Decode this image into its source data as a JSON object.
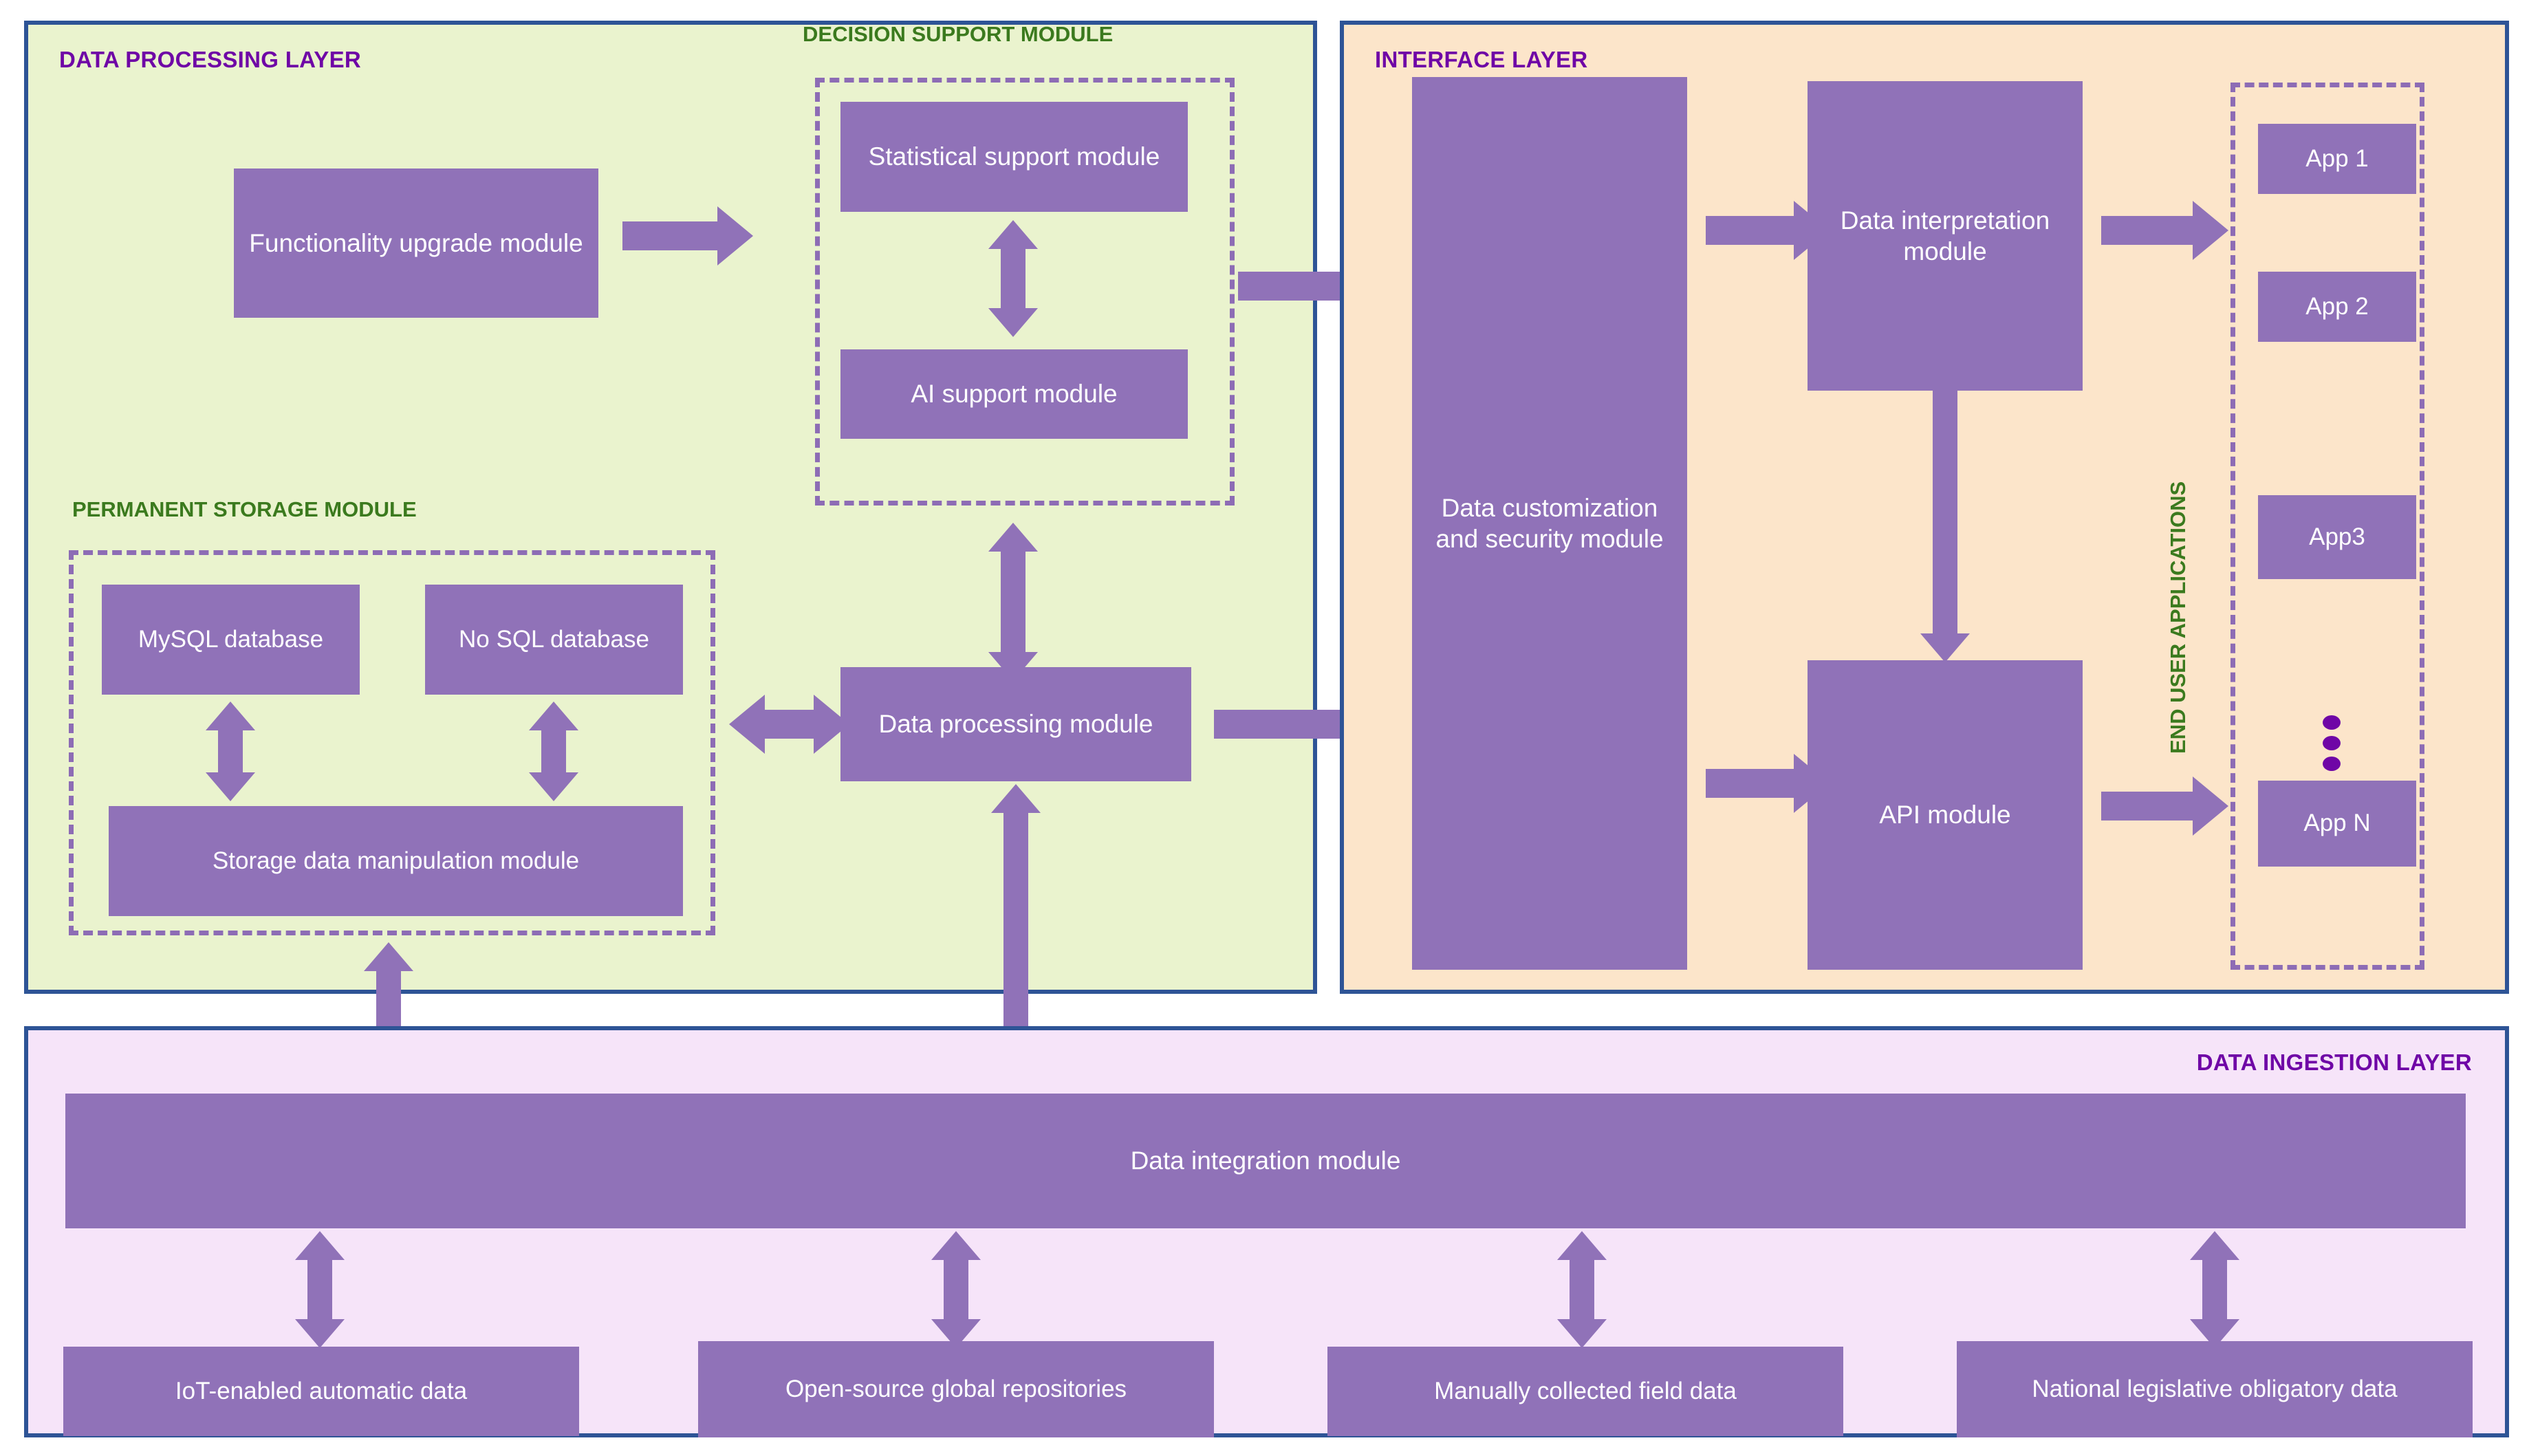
{
  "layers": {
    "processing": {
      "title": "DATA PROCESSING LAYER"
    },
    "interface": {
      "title": "INTERFACE LAYER"
    },
    "ingestion": {
      "title": "DATA INGESTION LAYER"
    }
  },
  "groups": {
    "decision_support": {
      "title": "DECISION SUPPORT MODULE"
    },
    "permanent_storage": {
      "title": "PERMANENT STORAGE MODULE"
    },
    "end_user_apps": {
      "title": "END USER APPLICATIONS"
    }
  },
  "modules": {
    "functionality_upgrade": "Functionality upgrade module",
    "statistical_support": "Statistical support module",
    "ai_support": "AI support module",
    "mysql_database": "MySQL database",
    "nosql_database": "No SQL database",
    "storage_data_manipulation": "Storage data manipulation module",
    "data_processing": "Data processing module",
    "data_customization_security": "Data customization and security module",
    "data_interpretation": "Data interpretation module",
    "api": "API module",
    "data_integration": "Data integration module"
  },
  "apps": [
    {
      "label": "App 1"
    },
    {
      "label": "App 2"
    },
    {
      "label": "App3"
    },
    {
      "label": "App N"
    }
  ],
  "sources": [
    {
      "label": "IoT-enabled automatic data"
    },
    {
      "label": "Open-source global repositories"
    },
    {
      "label": "Manually collected field data"
    },
    {
      "label": "National legislative obligatory data"
    }
  ],
  "colors": {
    "module_fill": "#9072b8",
    "layer_border": "#2e5496",
    "processing_bg": "#eaf3ce",
    "interface_bg": "#fce5ca",
    "ingestion_bg": "#f6e4f9",
    "layer_title": "#6f06a6",
    "group_title": "#3b7a1e",
    "dashed_border": "#8d6cb5"
  }
}
